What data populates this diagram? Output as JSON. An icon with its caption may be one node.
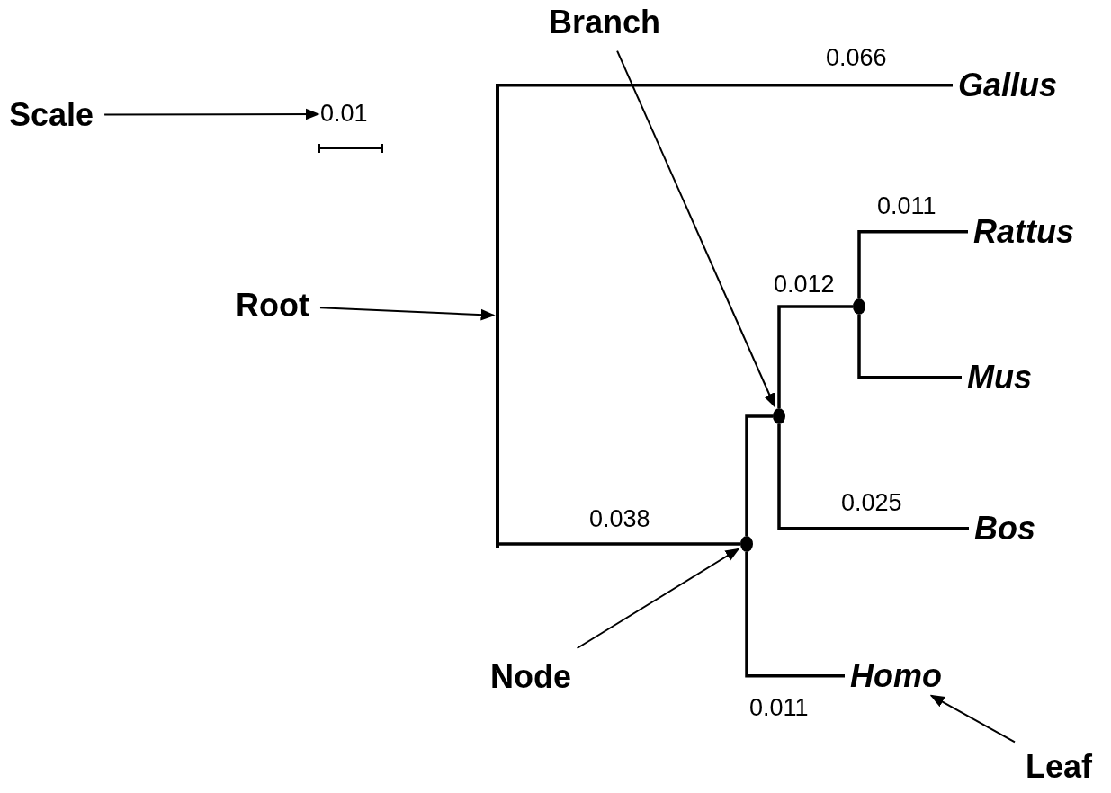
{
  "diagram": {
    "nodes": [
      {
        "text": [
          "Branch"
        ]
      },
      {
        "text": [
          "Gallus"
        ]
      },
      {
        "text": [
          "Scale"
        ]
      },
      {
        "text": [
          "0.01"
        ]
      },
      {
        "text": [
          "Rattus"
        ]
      },
      {
        "text": [
          "Root"
        ]
      },
      {
        "text": [],
        "shape": "bar"
      },
      {
        "text": [],
        "shape": "circle"
      },
      {
        "text": [
          "Mus"
        ]
      },
      {
        "text": [],
        "shape": "circle"
      },
      {
        "text": [
          "Bos"
        ]
      },
      {
        "text": [],
        "shape": "circle"
      },
      {
        "text": [
          "Node"
        ]
      },
      {
        "text": [
          "Homo"
        ]
      },
      {
        "text": [
          "Leaf"
        ]
      }
    ],
    "edges": [
      {
        "from": 6,
        "to": 1,
        "arrow": "none",
        "label": "0.066"
      },
      {
        "from": 6,
        "to": 11,
        "arrow": "none",
        "label": "0.038"
      },
      {
        "from": 11,
        "to": 9,
        "arrow": "none"
      },
      {
        "from": 9,
        "to": 7,
        "arrow": "none",
        "label": "0.012"
      },
      {
        "from": 7,
        "to": 4,
        "arrow": "none",
        "label": "0.011"
      },
      {
        "from": 7,
        "to": 8,
        "arrow": "none"
      },
      {
        "from": 9,
        "to": 10,
        "arrow": "none",
        "label": "0.025"
      },
      {
        "from": 11,
        "to": 13,
        "arrow": "none",
        "label": "0.011"
      },
      {
        "from": 2,
        "to": 3,
        "arrow": "to"
      },
      {
        "from": 5,
        "to": 6,
        "arrow": "to"
      },
      {
        "from": 0,
        "to": 9,
        "arrow": "to"
      },
      {
        "from": 12,
        "to": 11,
        "arrow": "to"
      },
      {
        "from": 14,
        "to": 13,
        "arrow": "to"
      }
    ]
  }
}
